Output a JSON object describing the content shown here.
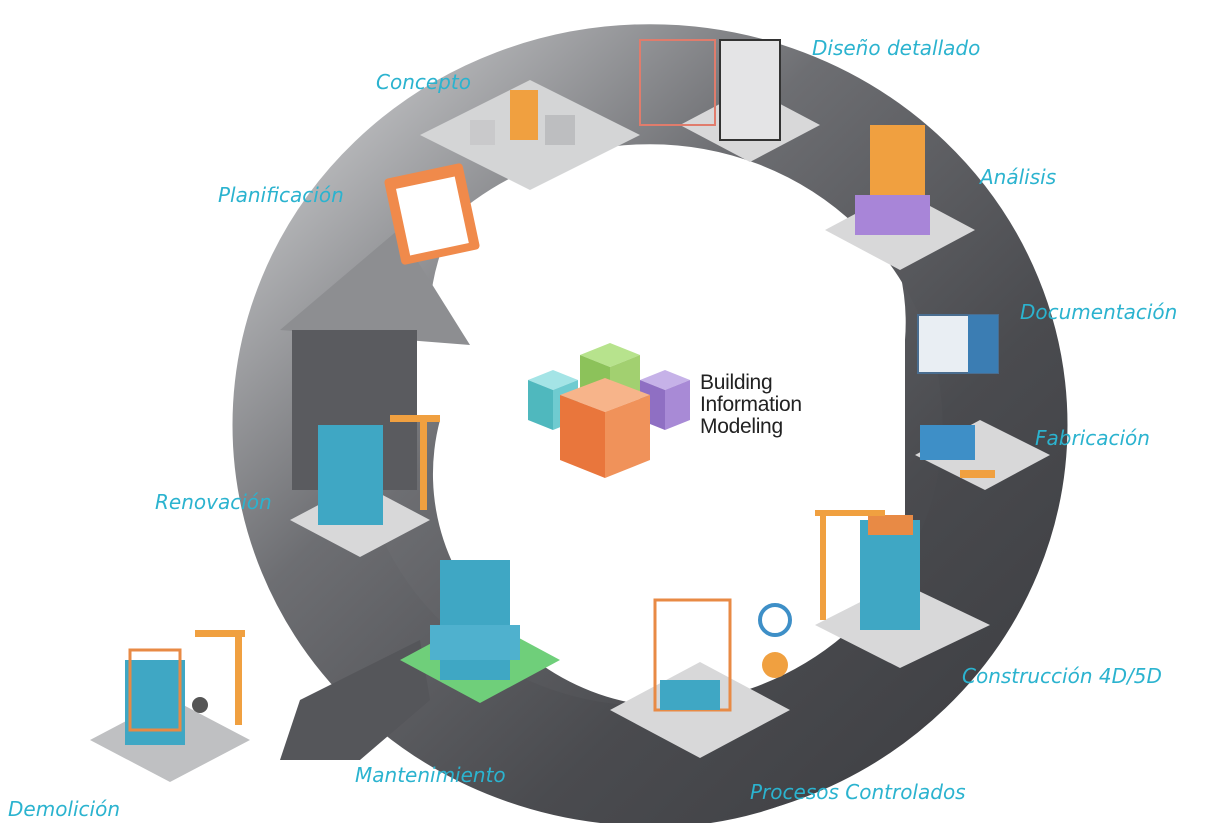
{
  "logo": {
    "lines": [
      "Building",
      "Information",
      "Modeling"
    ]
  },
  "stages": {
    "concepto": "Concepto",
    "diseno": "Diseño detallado",
    "analisis": "Análisis",
    "documentacion": "Documentación",
    "fabricacion": "Fabricación",
    "construccion": "Construcción 4D/5D",
    "procesos": "Procesos Controlados",
    "mantenimiento": "Mantenimiento",
    "demolicion": "Demolición",
    "renovacion": "Renovación",
    "planificacion": "Planificación"
  },
  "colors": {
    "label": "#2bb3cf",
    "ring_dark": "#4a4b4f",
    "ring_light": "#b8b9bb",
    "accent_orange": "#f0a040",
    "building_blue": "#3fa7c4",
    "cube_teal": "#5fc7cc",
    "cube_green": "#9bd36a",
    "cube_purple": "#9a7bc9",
    "cube_orange": "#f08a4b"
  }
}
